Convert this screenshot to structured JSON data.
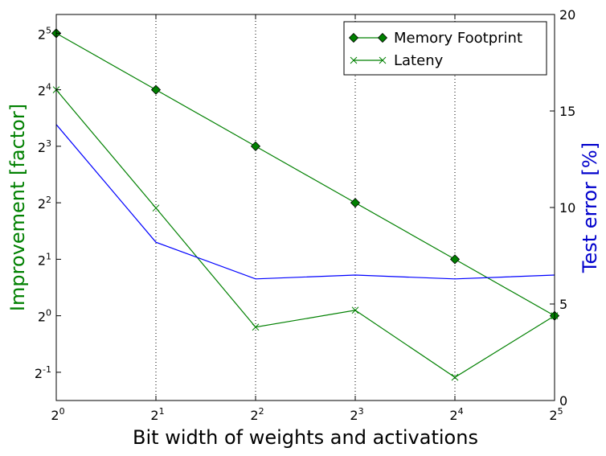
{
  "chart_data": {
    "type": "line",
    "title": "",
    "xlabel": "Bit width of weights and activations",
    "ylabel_left": "Improvement [factor]",
    "ylabel_right": "Test error [%]",
    "x_ticks": [
      {
        "base": "2",
        "exp": "0"
      },
      {
        "base": "2",
        "exp": "1"
      },
      {
        "base": "2",
        "exp": "2"
      },
      {
        "base": "2",
        "exp": "3"
      },
      {
        "base": "2",
        "exp": "4"
      },
      {
        "base": "2",
        "exp": "5"
      }
    ],
    "y_left_ticks": [
      {
        "base": "2",
        "exp": "-1"
      },
      {
        "base": "2",
        "exp": "0"
      },
      {
        "base": "2",
        "exp": "1"
      },
      {
        "base": "2",
        "exp": "2"
      },
      {
        "base": "2",
        "exp": "3"
      },
      {
        "base": "2",
        "exp": "4"
      },
      {
        "base": "2",
        "exp": "5"
      }
    ],
    "y_right_ticks": [
      "0",
      "5",
      "10",
      "15",
      "20"
    ],
    "x_scale": "log2",
    "y_left_scale": "log2",
    "xlim": [
      1,
      32
    ],
    "ylim_left": [
      0.3536,
      40.3
    ],
    "ylim_right": [
      0,
      20
    ],
    "x": [
      1,
      2,
      4,
      8,
      16,
      32
    ],
    "grid": "vertical dotted at x ticks",
    "legend_position": "top-right",
    "series": [
      {
        "name": "Memory Footprint",
        "axis": "left",
        "color": "#008000",
        "marker": "diamond",
        "values": [
          32,
          16,
          8,
          4,
          2,
          1
        ]
      },
      {
        "name": "Lateny",
        "axis": "left",
        "color": "#008000",
        "marker": "x",
        "values": [
          16,
          3.75,
          0.87,
          1.07,
          0.47,
          1
        ]
      },
      {
        "axis": "right",
        "color": "#0000ff",
        "marker": "none",
        "values": [
          14.3,
          8.2,
          6.3,
          6.5,
          6.3,
          6.5
        ]
      }
    ],
    "colors": {
      "left_axis": "#008000",
      "right_axis": "#0000cc"
    }
  }
}
